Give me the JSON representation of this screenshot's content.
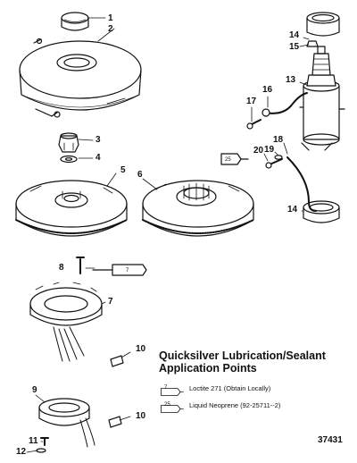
{
  "callouts": {
    "c1": "1",
    "c2": "2",
    "c3": "3",
    "c4": "4",
    "c5": "5",
    "c6": "6",
    "c7": "7",
    "c8": "8",
    "c9": "9",
    "c10a": "10",
    "c10b": "10",
    "c11": "11",
    "c12": "12",
    "c13": "13",
    "c14a": "14",
    "c14b": "14",
    "c15": "15",
    "c16": "16",
    "c17": "17",
    "c18": "18",
    "c19": "19",
    "c20": "20"
  },
  "tube_labels": {
    "t7_part": "7",
    "t25_part": "25"
  },
  "legend": {
    "title": "Quicksilver Lubrication/Sealant Application Points",
    "items": [
      {
        "code": "7",
        "text": "Loctite 271 (Obtain Locally)"
      },
      {
        "code": "25",
        "text": "Liquid Neoprene (92-25711--2)"
      }
    ]
  },
  "diagram_number": "37431"
}
